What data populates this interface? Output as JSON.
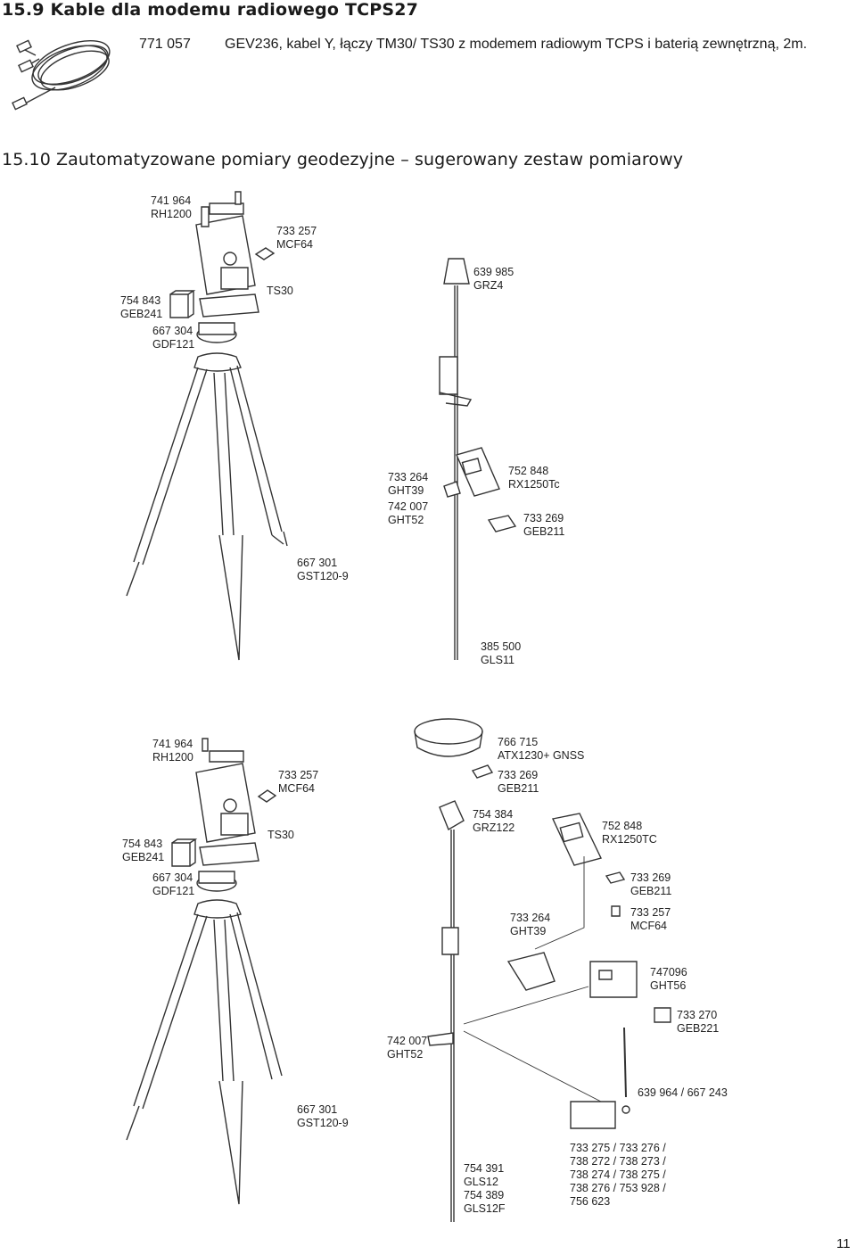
{
  "section_15_9": {
    "title": "15.9 Kable dla modemu radiowego TCPS27",
    "row": {
      "code": "771 057",
      "description": "GEV236, kabel Y, łączy TM30/ TS30 z modemem radiowym TCPS i baterią zewnętrzną, 2m."
    }
  },
  "section_15_10": {
    "title": "15.10 Zautomatyzowane pomiary geodezyjne – sugerowany zestaw pomiarowy"
  },
  "labels_top": [
    {
      "code": "741 964",
      "name": "RH1200"
    },
    {
      "code": "733 257",
      "name": "MCF64"
    },
    {
      "code": "754 843",
      "name": "GEB241"
    },
    {
      "code": "",
      "name": "TS30"
    },
    {
      "code": "667 304",
      "name": "GDF121"
    },
    {
      "code": "639 985",
      "name": "GRZ4"
    },
    {
      "code": "733 264",
      "name": "GHT39"
    },
    {
      "code": "742 007",
      "name": "GHT52"
    },
    {
      "code": "752 848",
      "name": "RX1250Tc"
    },
    {
      "code": "733 269",
      "name": "GEB211"
    },
    {
      "code": "667 301",
      "name": "GST120-9"
    },
    {
      "code": "385 500",
      "name": "GLS11"
    }
  ],
  "labels_bottom": [
    {
      "code": "741 964",
      "name": "RH1200"
    },
    {
      "code": "733 257",
      "name": "MCF64"
    },
    {
      "code": "754 843",
      "name": "GEB241"
    },
    {
      "code": "",
      "name": "TS30"
    },
    {
      "code": "667 304",
      "name": "GDF121"
    },
    {
      "code": "667 301",
      "name": "GST120-9"
    },
    {
      "code": "766 715",
      "name": "ATX1230+ GNSS"
    },
    {
      "code": "733 269",
      "name": "GEB211"
    },
    {
      "code": "754 384",
      "name": "GRZ122"
    },
    {
      "code": "752 848",
      "name": "RX1250TC"
    },
    {
      "code": "733 269",
      "name": "GEB211"
    },
    {
      "code": "733 264",
      "name": "GHT39"
    },
    {
      "code": "733 257",
      "name": "MCF64"
    },
    {
      "code": "747096",
      "name": "GHT56"
    },
    {
      "code": "733 270",
      "name": "GEB221"
    },
    {
      "code": "742 007",
      "name": "GHT52"
    },
    {
      "code": "",
      "name": "639 964 / 667 243"
    },
    {
      "lines": [
        "754 391",
        "GLS12",
        "754 389",
        "GLS12F"
      ]
    },
    {
      "lines": [
        "733 275 / 733 276 /",
        "738 272 / 738 273 /",
        "738 274 / 738 275 /",
        "738 276 / 753 928 /",
        "756 623"
      ]
    }
  ],
  "page_number": "11",
  "colors": {
    "ink": "#1a1a1a",
    "line": "#333333",
    "fill": "#ffffff"
  }
}
